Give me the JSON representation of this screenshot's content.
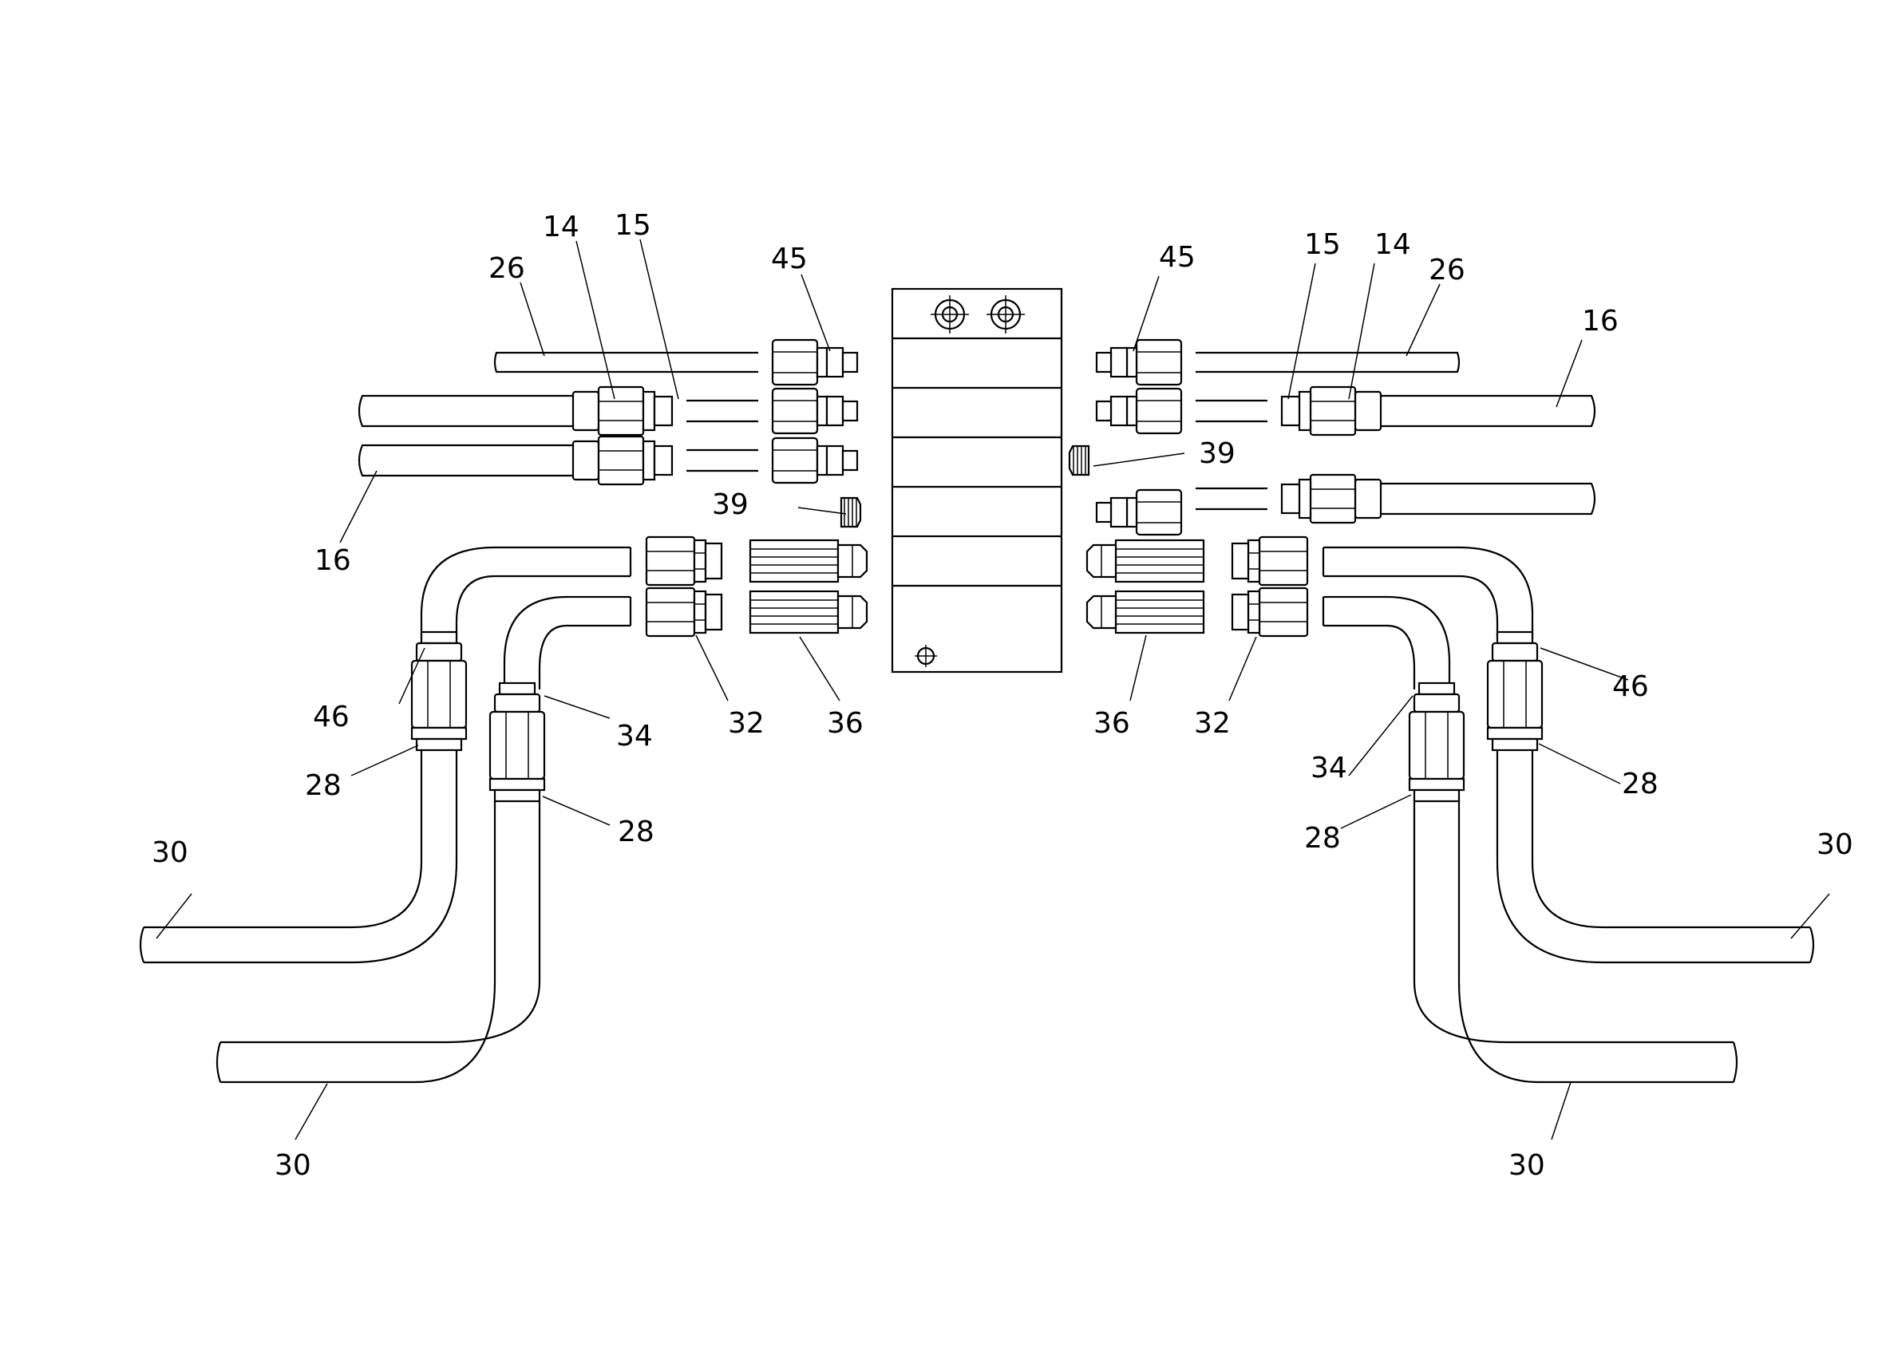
{
  "callouts": {
    "l26": "26",
    "l14": "14",
    "l15": "15",
    "l45": "45",
    "l16": "16",
    "l39": "39",
    "l46": "46",
    "l28a": "28",
    "l28b": "28",
    "l30a": "30",
    "l30b": "30",
    "l34": "34",
    "l32": "32",
    "l36": "36",
    "r45": "45",
    "r15": "15",
    "r14": "14",
    "r26": "26",
    "r16": "16",
    "r39": "39",
    "r36": "36",
    "r32": "32",
    "r46": "46",
    "r34": "34",
    "r28a": "28",
    "r28b": "28",
    "r30a": "30",
    "r30b": "30"
  }
}
